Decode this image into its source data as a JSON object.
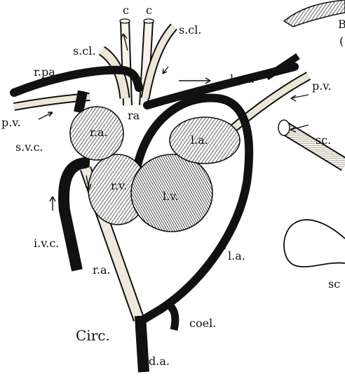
{
  "figure": {
    "caption": "Circ.",
    "colors": {
      "ink": "#111111",
      "shade": "#8a8a8a",
      "light_vessel": "#e8e2d2",
      "paper": "#ffffff"
    }
  },
  "labels": {
    "c_left": "c",
    "c_right": "c",
    "scl_right": "s.cl.",
    "scl_left": "s.cl.",
    "rpa": "r.pa.",
    "lpa": "l.pa.",
    "pv_left": "p.v.",
    "pv_right": "p.v.",
    "svc": "s.v.c.",
    "ra_top": "ra",
    "ra_atrium": "r.a.",
    "la_atrium": "l.a.",
    "rv": "r.v.",
    "lv": "l.v.",
    "ivc": "i.v.c.",
    "ra_aorta": "r.a.",
    "la_aorta": "l.a.",
    "coel": "coel.",
    "da": "d.a.",
    "sc_right": "sc.",
    "sc_cut": "sc",
    "b_cut": "B",
    "paren_cut": "("
  }
}
